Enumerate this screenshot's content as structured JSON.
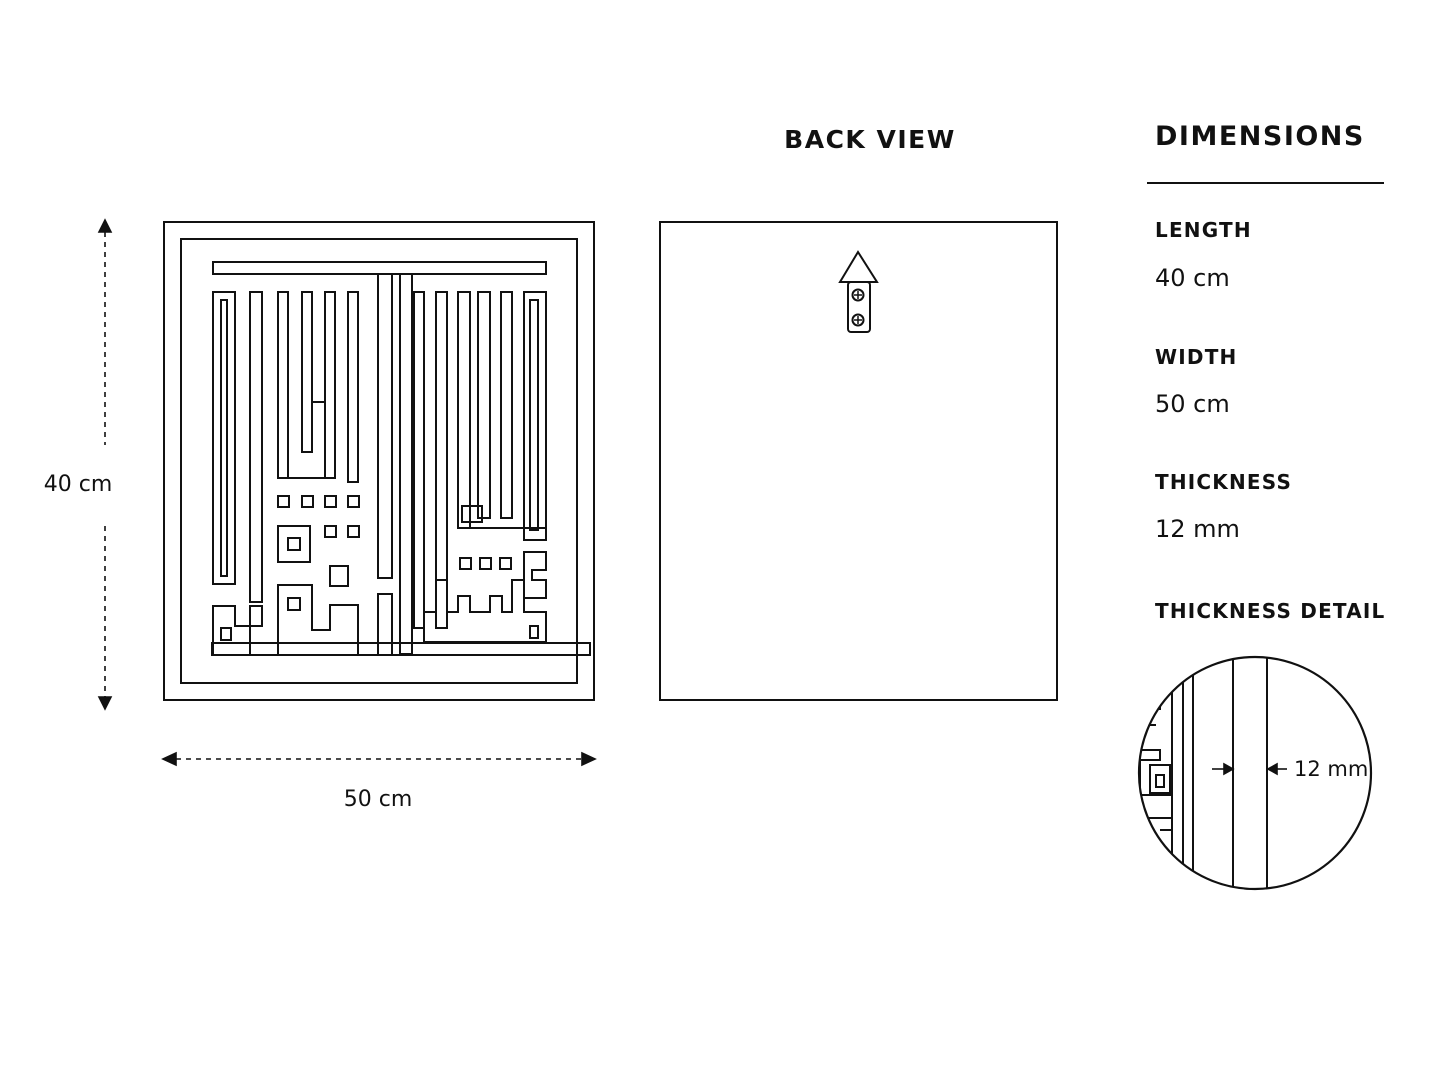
{
  "dimension_labels": {
    "height": "40 cm",
    "width": "50 cm"
  },
  "back_view": {
    "title": "BACK VIEW"
  },
  "dimensions_panel": {
    "title": "DIMENSIONS",
    "items": [
      {
        "label": "LENGTH",
        "value": "40 cm"
      },
      {
        "label": "WIDTH",
        "value": "50 cm"
      },
      {
        "label": "THICKNESS",
        "value": "12 mm"
      }
    ],
    "detail_title": "THICKNESS DETAIL",
    "detail_callout": "12 mm"
  },
  "icons": {
    "hanger": "sawtooth-hanger-icon",
    "screw": "screw-icon"
  },
  "colors": {
    "line": "#111111",
    "background": "#ffffff"
  }
}
